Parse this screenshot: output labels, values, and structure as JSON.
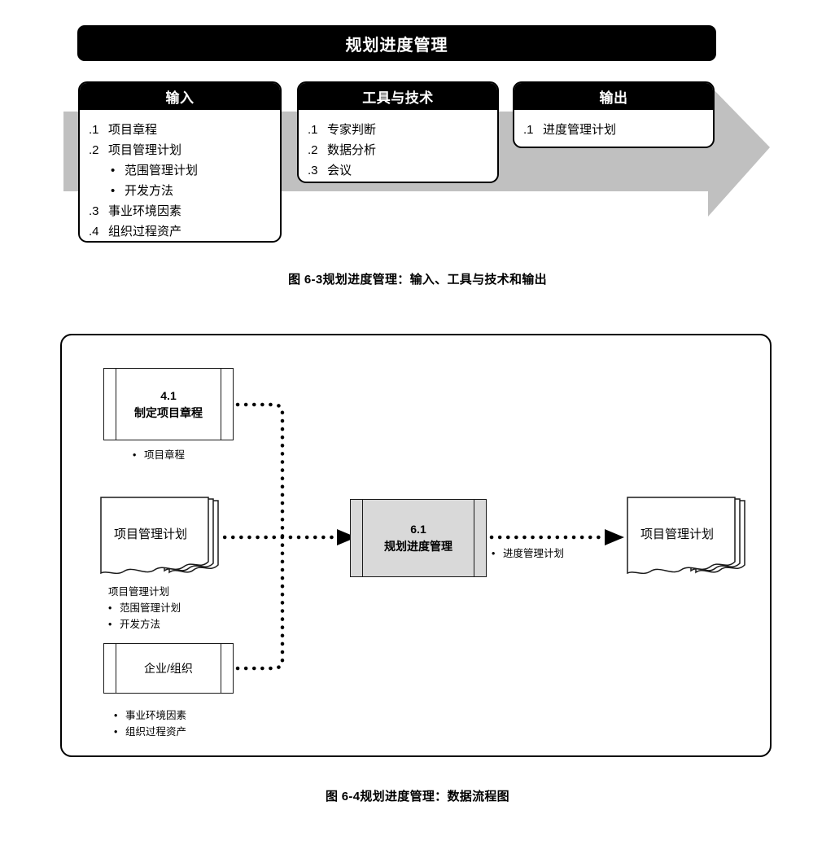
{
  "itto": {
    "title": "规划进度管理",
    "columns": [
      {
        "heading": "输入",
        "items": [
          {
            "num": ".1",
            "text": "项目章程"
          },
          {
            "num": ".2",
            "text": "项目管理计划",
            "subitems": [
              "范围管理计划",
              "开发方法"
            ]
          },
          {
            "num": ".3",
            "text": "事业环境因素"
          },
          {
            "num": ".4",
            "text": "组织过程资产"
          }
        ]
      },
      {
        "heading": "工具与技术",
        "items": [
          {
            "num": ".1",
            "text": "专家判断"
          },
          {
            "num": ".2",
            "text": "数据分析"
          },
          {
            "num": ".3",
            "text": "会议"
          }
        ]
      },
      {
        "heading": "输出",
        "items": [
          {
            "num": ".1",
            "text": "进度管理计划"
          }
        ]
      }
    ],
    "caption": "图 6-3规划进度管理：输入、工具与技术和输出"
  },
  "dfd": {
    "caption": "图 6-4规划进度管理：数据流程图",
    "process_41": {
      "number": "4.1",
      "name": "制定项目章程"
    },
    "process_41_outputs": [
      "项目章程"
    ],
    "doc_pmp_in": {
      "label": "项目管理计划"
    },
    "doc_pmp_in_details": {
      "title": "项目管理计划",
      "bullets": [
        "范围管理计划",
        "开发方法"
      ]
    },
    "process_org": {
      "name": "企业/组织"
    },
    "process_org_outputs": [
      "事业环境因素",
      "组织过程资产"
    ],
    "process_61": {
      "number": "6.1",
      "name": "规划进度管理"
    },
    "process_61_outputs": [
      "进度管理计划"
    ],
    "doc_pmp_out": {
      "label": "项目管理计划"
    }
  },
  "colors": {
    "header_black": "#000000",
    "arrow_gray": "#c0c0c0",
    "process_fill_gray": "#d9d9d9",
    "line_black": "#1a1a1a",
    "page_background": "#ffffff"
  }
}
